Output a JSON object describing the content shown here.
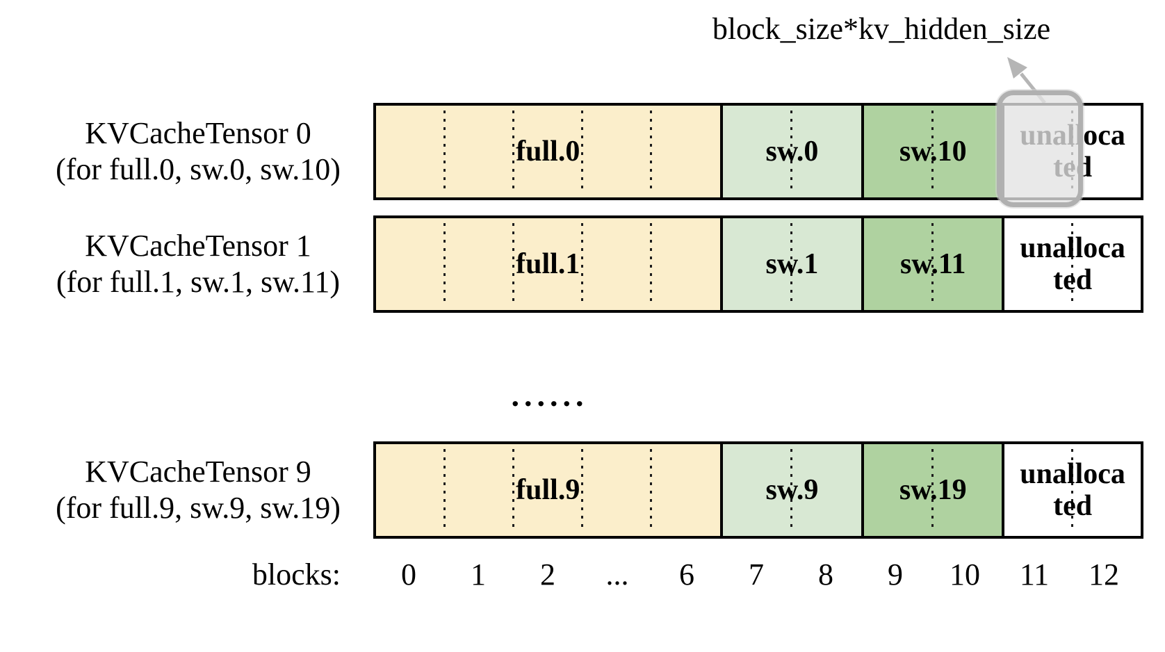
{
  "annotation": {
    "label": "block_size*kv_hidden_size"
  },
  "rows": [
    {
      "title": "KVCacheTensor 0",
      "subtitle": "(for full.0, sw.0, sw.10)",
      "full": "full.0",
      "sw": "sw.0",
      "sw2": "sw.10",
      "un1": "unalloca",
      "un2": "ted"
    },
    {
      "title": "KVCacheTensor 1",
      "subtitle": "(for full.1, sw.1, sw.11)",
      "full": "full.1",
      "sw": "sw.1",
      "sw2": "sw.11",
      "un1": "unalloca",
      "un2": "ted"
    },
    {
      "title": "KVCacheTensor 9",
      "subtitle": "(for full.9, sw.9, sw.19)",
      "full": "full.9",
      "sw": "sw.9",
      "sw2": "sw.19",
      "un1": "unalloca",
      "un2": "ted"
    }
  ],
  "ellipsis": "......",
  "axis": {
    "label": "blocks:",
    "ticks": [
      "0",
      "1",
      "2",
      "...",
      "6",
      "7",
      "8",
      "9",
      "10",
      "11",
      "12"
    ]
  },
  "colors": {
    "full": "#fbeecb",
    "sw": "#d8e8d3",
    "sw2": "#afd2a0",
    "unalloc": "#ffffff",
    "border": "#000000",
    "arrow": "#b5b5b5",
    "highlight_border": "#b0b0b0",
    "highlight_fill": "rgba(227,227,227,0.78)"
  }
}
